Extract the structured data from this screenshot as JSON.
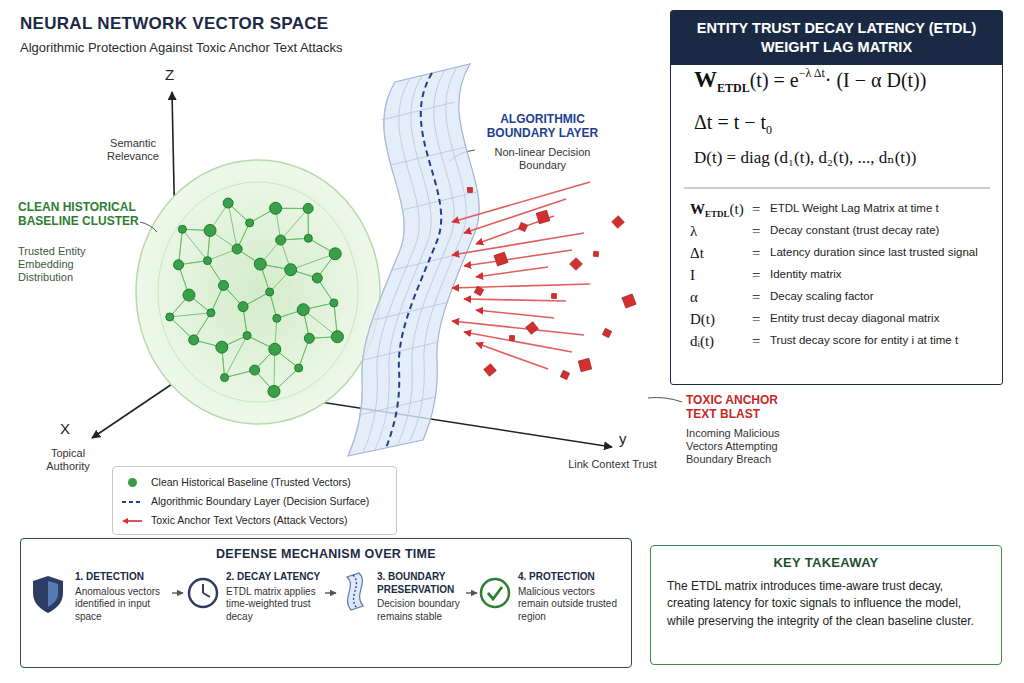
{
  "diagram": {
    "title": "NEURAL NETWORK VECTOR SPACE",
    "nodes": [
      {
        "text": [
          "ENTITY TRUST DECAY LATENCY (ETDL) WEIGHT LAG MATRIX"
        ]
      },
      {
        "text": [
          "DEFENSE MECHANISM OVER TIME"
        ]
      },
      {
        "text": [
          "1. DETECTION",
          "Anomalous vectors identified in input space"
        ],
        "in": 1
      },
      {
        "text": [
          "2. DECAY LATENCY",
          "ETDL matrix applies time-weighted trust decay"
        ],
        "in": 1
      },
      {
        "text": [
          "3. BOUNDARY PRESERVATION",
          "Decision boundary remains stable"
        ],
        "in": 1
      },
      {
        "text": [
          "4. PROTECTION",
          "Malicious vectors remain outside trusted region"
        ],
        "in": 1
      },
      {
        "text": [
          "KEY TAKEAWAY",
          "The ETDL matrix introduces time-aware trust decay, creating latency for toxic signals to influence the model, while preserving the integrity of the clean baseline cluster."
        ]
      }
    ],
    "edges": [
      {
        "from": 2,
        "to": 3,
        "arrow": "to"
      },
      {
        "from": 3,
        "to": 4,
        "arrow": "to"
      },
      {
        "from": 4,
        "to": 5,
        "arrow": "to"
      }
    ],
    "labels": [
      "Algorithmic Protection Against Toxic Anchor Text Attacks",
      "Z",
      "Semantic Relevance",
      "X",
      "Topical Authority",
      "y",
      "Link Context Trust",
      "CLEAN HISTORICAL BASELINE CLUSTER",
      "Trusted Entity Embedding Distribution",
      "ALGORITHMIC BOUNDARY LAYER",
      "Non-linear Decision Boundary",
      "TOXIC ANCHOR TEXT BLAST",
      "Incoming Malicious Vectors Attempting Boundary Breach",
      "W",
      "ETDL",
      "(t) = e",
      "−λ Δt",
      "· (I − α D(t))",
      "Δt = t − t",
      "0",
      "D(t) = diag (d₁(t), d₂(t), ..., dₙ(t))",
      "W",
      "ETDL",
      "(t)",
      "=",
      "ETDL Weight Lag Matrix at time t",
      "λ",
      "=",
      "Decay constant (trust decay rate)",
      "Δt",
      "=",
      "Latency duration since last trusted signal",
      "I",
      "=",
      "Identity matrix",
      "α",
      "=",
      "Decay scaling factor",
      "D(t)",
      "=",
      "Entity trust decay diagonal matrix",
      "dᵢ(t)",
      "=",
      "Trust decay score for entity i at time t"
    ],
    "legend": [
      {
        "text": "Clean Historical Baseline (Trusted Vectors)",
        "color": "#3a9d45"
      },
      {
        "text": "Algorithmic Boundary Layer (Decision Surface)"
      },
      {
        "text": "Toxic Anchor Text Vectors (Attack Vectors)"
      }
    ]
  }
}
